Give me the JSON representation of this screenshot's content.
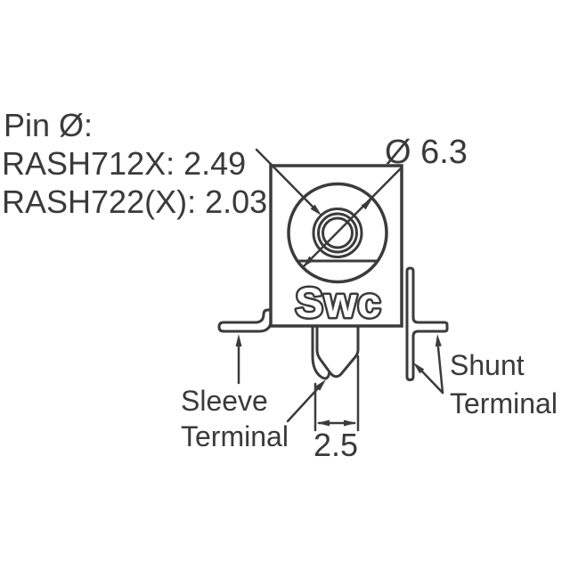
{
  "drawing": {
    "logo": "Swc",
    "labels": {
      "pin_diameter_title": "Pin Ø:",
      "pin_diameter_rash712x": "RASH712X: 2.49",
      "pin_diameter_rash722x": "RASH722(X): 2.03",
      "barrel_diameter": "Ø 6.3",
      "sleeve_line1": "Sleeve",
      "sleeve_line2": "Terminal",
      "shunt_line1": "Shunt",
      "shunt_line2": "Terminal",
      "pin_width_dim": "2.5"
    },
    "colors": {
      "line": "#3b3b3b",
      "text": "#3a3a3a",
      "background": "#ffffff"
    }
  }
}
